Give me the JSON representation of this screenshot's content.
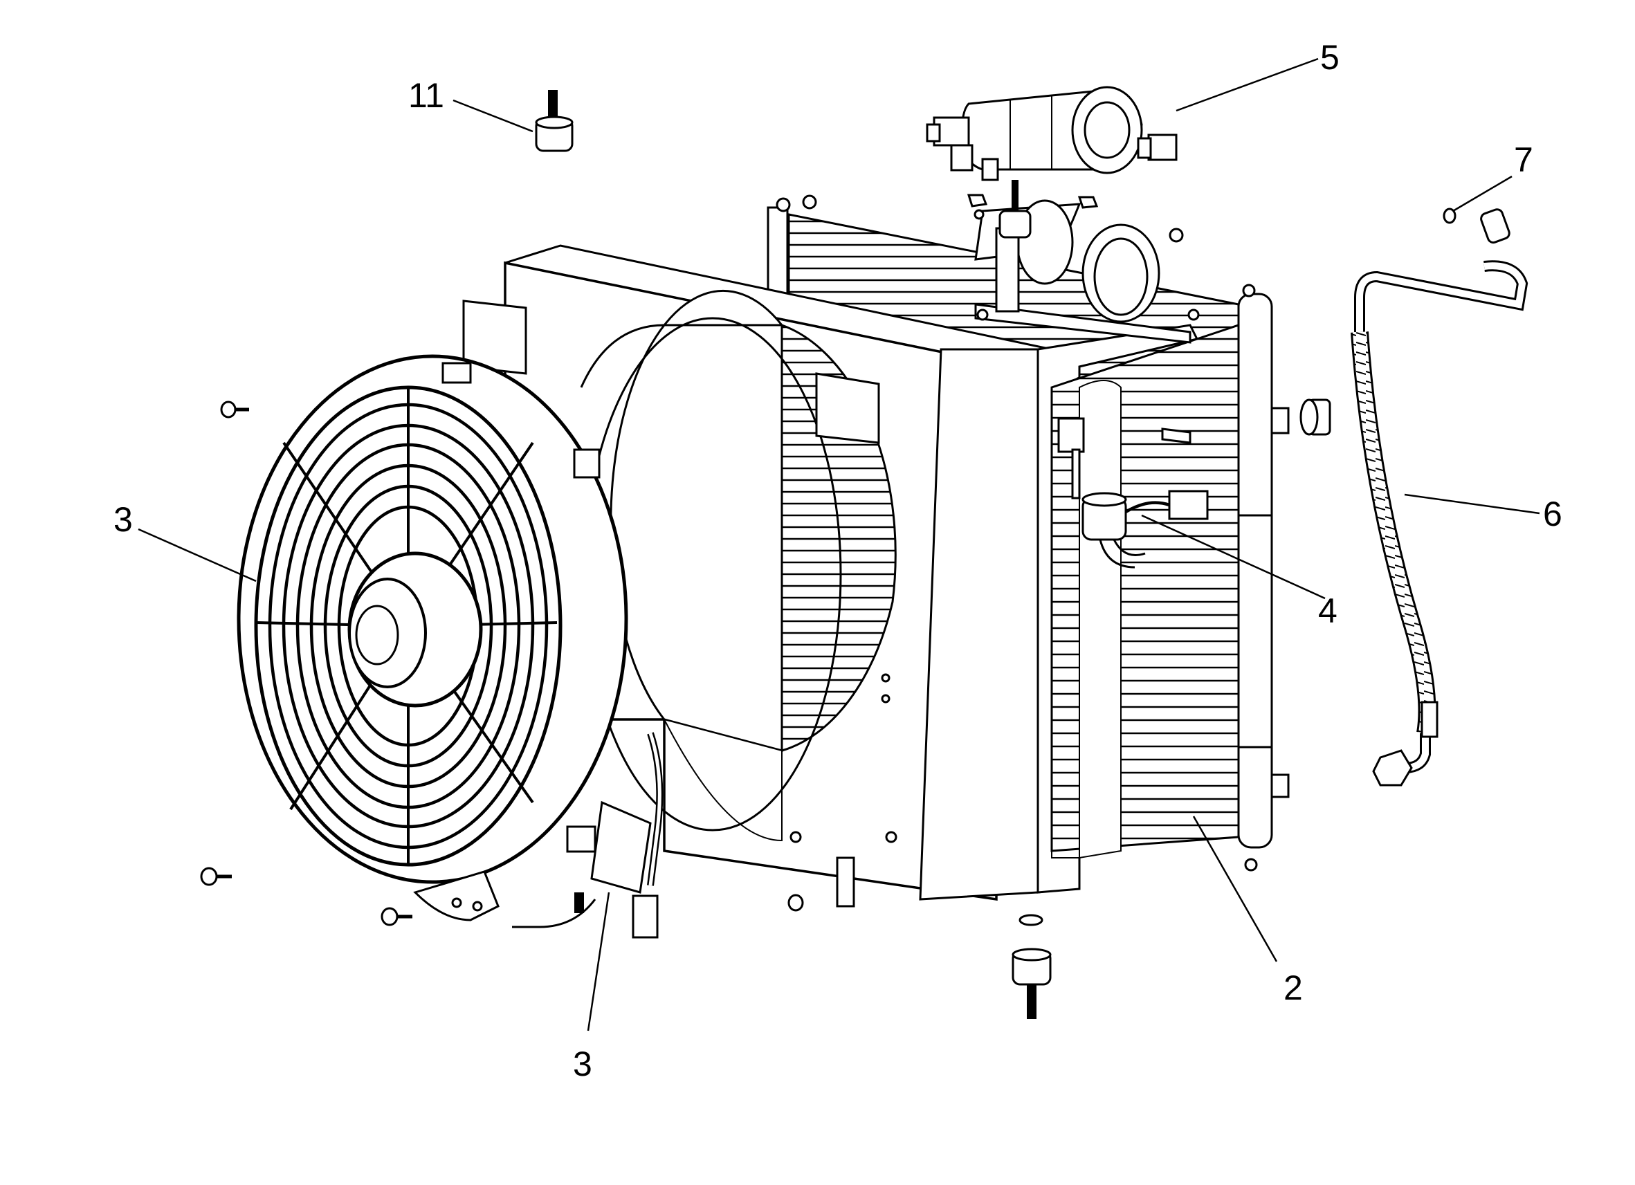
{
  "diagram": {
    "callouts": [
      {
        "id": "c11",
        "label": "11"
      },
      {
        "id": "c5",
        "label": "5"
      },
      {
        "id": "c7",
        "label": "7"
      },
      {
        "id": "c3a",
        "label": "3"
      },
      {
        "id": "c6",
        "label": "6"
      },
      {
        "id": "c4",
        "label": "4"
      },
      {
        "id": "c2",
        "label": "2"
      },
      {
        "id": "c3b",
        "label": "3"
      }
    ]
  }
}
